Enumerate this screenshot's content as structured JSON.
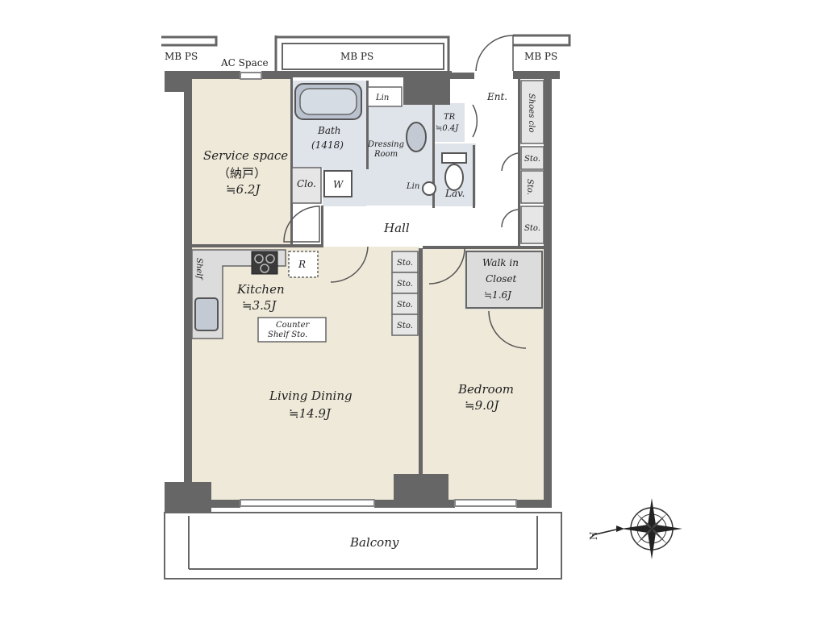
{
  "labels": {
    "mbps_left": "MB PS",
    "ac_space": "AC Space",
    "mbps_top": "MB PS",
    "mbps_right": "MB PS",
    "lin_top": "Lin",
    "bath": "Bath",
    "bath_size": "(1418)",
    "dressing": "Dressing",
    "dressing_room": "Room",
    "tr": "TR",
    "tr_area": "≒0.4J",
    "ent": "Ent.",
    "shoes_clo": "Shoes clo",
    "sto": "Sto.",
    "service_space": "Service space",
    "service_jp": "（納戸）",
    "service_area": "≒6.2J",
    "clo": "Clo.",
    "washer": "W",
    "lin_small": "Lin",
    "lav": "Lav.",
    "hall": "Hall",
    "shelf": "Shelf",
    "fridge": "R",
    "kitchen": "Kitchen",
    "kitchen_area": "≒3.5J",
    "counter": "Counter",
    "counter_shelf": "Shelf  Sto.",
    "walk_in": "Walk in",
    "closet": "Closet",
    "closet_area": "≒1.6J",
    "living": "Living Dining",
    "living_area": "≒14.9J",
    "bedroom": "Bedroom",
    "bedroom_area": "≒9.0J",
    "balcony": "Balcony",
    "north": "N"
  },
  "colors": {
    "floor": "#efe9d9",
    "wet": "#dfe3ea",
    "gray": "#dcdcdc",
    "wall": "#666666"
  }
}
